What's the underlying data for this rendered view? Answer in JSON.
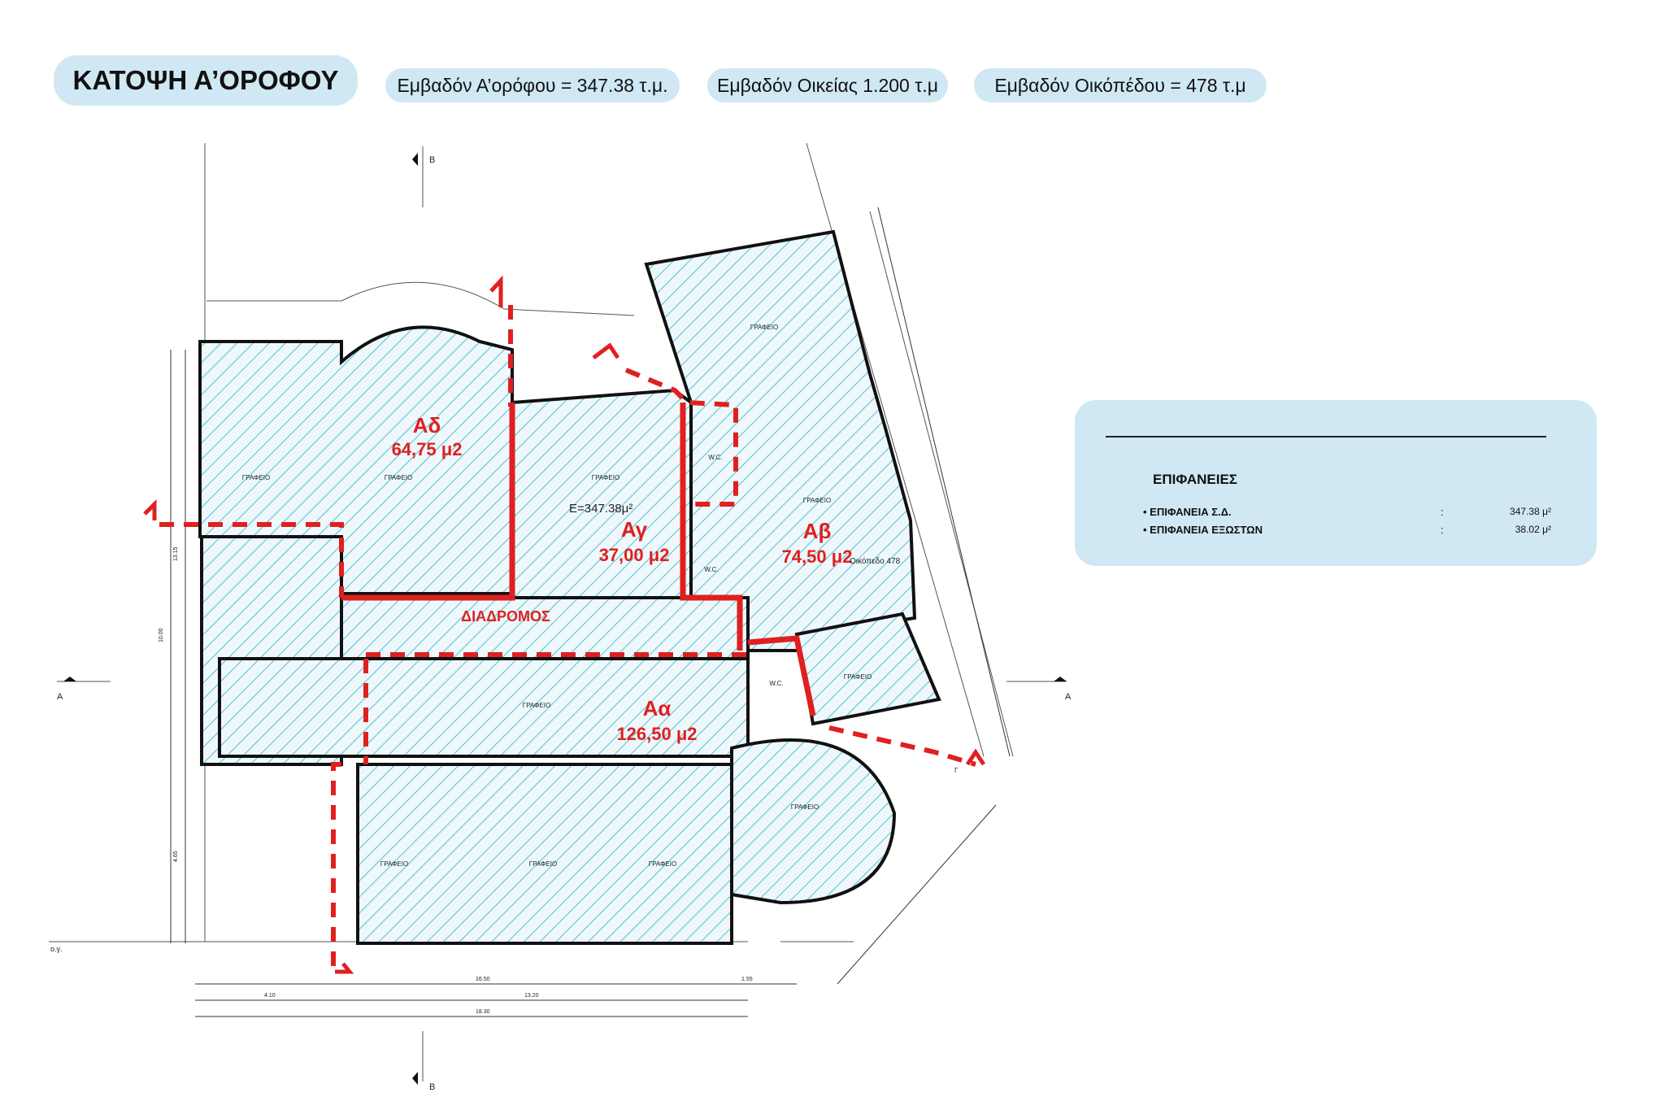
{
  "header": {
    "title": "ΚΑΤΟΨΗ Α’ΟΡΟΦΟΥ",
    "area_floor": "Εμβαδόν Α’ορόφου = 347.38 τ.μ.",
    "area_house": "Εμβαδόν Οικείας 1.200 τ.μ",
    "area_plot": "Εμβαδόν Οικόπέδου =  478 τ.μ"
  },
  "zones": [
    {
      "code": "Αδ",
      "area": "64,75 μ2"
    },
    {
      "code": "Αγ",
      "area": "37,00 μ2"
    },
    {
      "code": "Αβ",
      "area": "74,50 μ2"
    },
    {
      "code": "Αα",
      "area": "126,50 μ2"
    }
  ],
  "corridor_label": "ΔΙΑΔΡΟΜΟΣ",
  "total_area_label": "Ε=347.38μ²",
  "plot_label": "Οικόπεδο 478",
  "room_label": "ΓΡΑΦΕΙΟ",
  "wc_label": "W.C.",
  "section_marks": {
    "a": "Α",
    "b": "Β",
    "g": "Γ"
  },
  "ground_label": "ο.γ.",
  "dimensions": {
    "bottom_1": "16.50",
    "bottom_2": "13.20",
    "bottom_3": "18.30",
    "bottom_4": "4.10",
    "bottom_5": "1.55",
    "left_1": "13.15",
    "left_2": "10.00",
    "left_3": "4.65"
  },
  "legend": {
    "heading": "ΕΠΙΦΑΝΕΙΕΣ",
    "rows": [
      {
        "label": "• ΕΠΙΦΑΝΕΙΑ Σ.Δ.",
        "value": "347.38 μ²"
      },
      {
        "label": "• ΕΠΙΦΑΝΕΙΑ ΕΞΩΣΤΩΝ",
        "value": "38.02 μ²"
      }
    ]
  },
  "colors": {
    "hatch": "#5ec3d9",
    "accent_red": "#e02020",
    "pill_bg": "#cfe8f3"
  }
}
